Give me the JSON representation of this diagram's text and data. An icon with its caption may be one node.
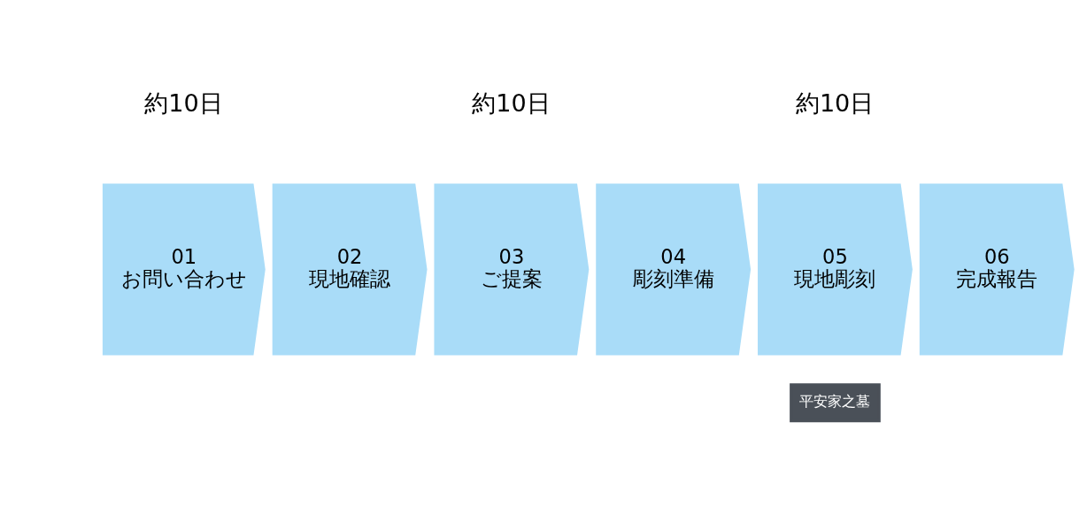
{
  "diagram": {
    "nodes": [
      {
        "text": [
          "01",
          "お問い合わせ"
        ]
      },
      {
        "text": [
          "02",
          "現地確認"
        ]
      },
      {
        "text": [
          "03",
          "ご提案"
        ]
      },
      {
        "text": [
          "04",
          "彫刻準備"
        ]
      },
      {
        "text": [
          "05",
          "現地彫刻"
        ]
      },
      {
        "text": [
          "06",
          "完成報告"
        ]
      }
    ],
    "labels": [
      "約10日",
      "約10日",
      "約10日",
      "平安家之墓"
    ]
  }
}
